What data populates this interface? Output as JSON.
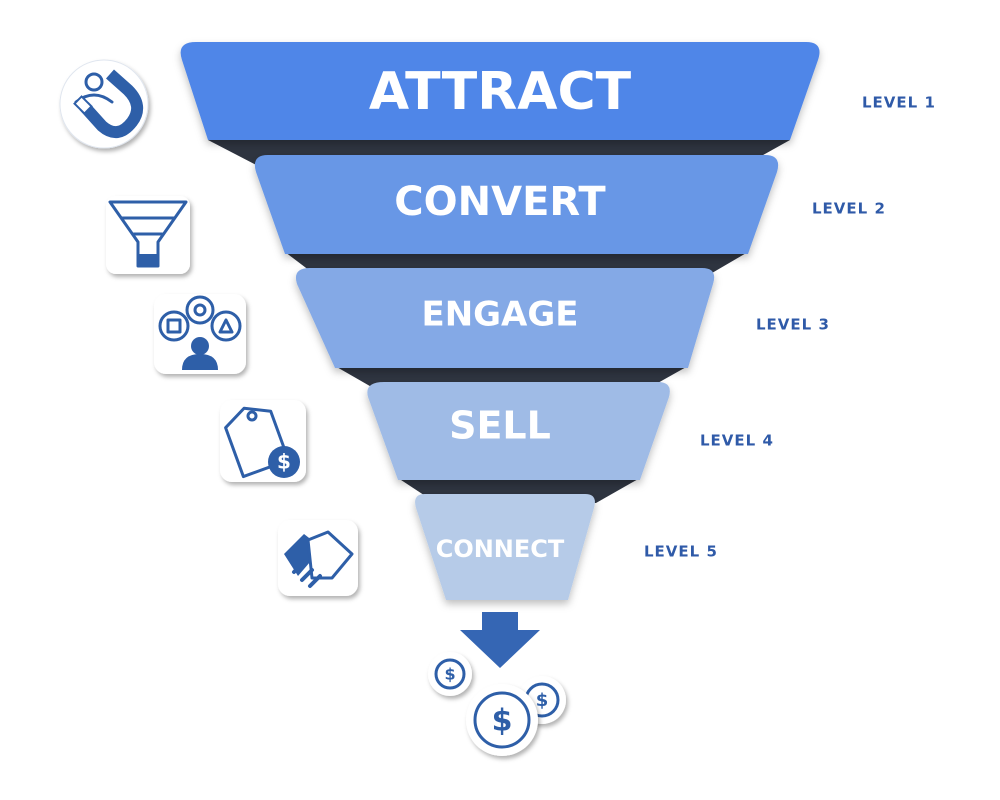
{
  "funnel": {
    "stages": [
      {
        "label": "ATTRACT",
        "level": "LEVEL 1",
        "color": "#4f86e8",
        "icon": "magnet-user-icon"
      },
      {
        "label": "CONVERT",
        "level": "LEVEL 2",
        "color": "#6897e6",
        "icon": "funnel-icon"
      },
      {
        "label": "ENGAGE",
        "level": "LEVEL 3",
        "color": "#84a9e6",
        "icon": "people-shapes-icon"
      },
      {
        "label": "SELL",
        "level": "LEVEL 4",
        "color": "#9fbbe6",
        "icon": "price-tag-dollar-icon"
      },
      {
        "label": "CONNECT",
        "level": "LEVEL 5",
        "color": "#b6cbe8",
        "icon": "handshake-icon"
      }
    ],
    "arrow_color": "#3566b4",
    "shadow_color": "#2e3440",
    "level_color": "#2f5aa8",
    "bottom_icons": [
      "down-arrow-icon",
      "dollar-coin-icon",
      "dollar-coin-icon",
      "dollar-coin-icon"
    ]
  }
}
